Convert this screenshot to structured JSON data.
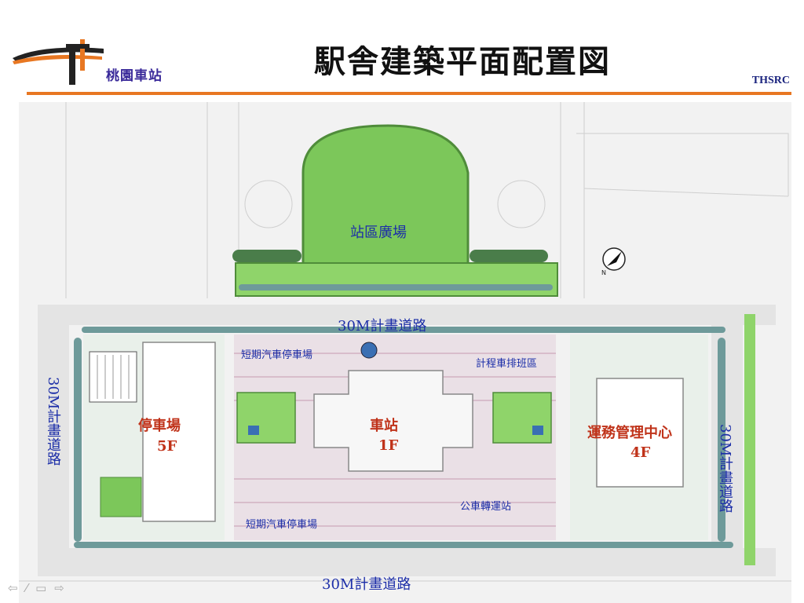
{
  "header": {
    "logo_text": "桃園車站",
    "title": "駅舎建築平面配置図",
    "brand": "THSRC",
    "accent_color": "#e87722"
  },
  "map_labels": {
    "plaza": "站區廣場",
    "road_top": "30M計畫道路",
    "road_bottom": "30M計畫道路",
    "road_left": "30M計畫道路",
    "road_right": "30M計畫道路",
    "short_parking_top": "短期汽車停車場",
    "short_parking_bottom": "短期汽車停車場",
    "taxi_area": "計程車排班區",
    "bus_transfer": "公車轉運站",
    "parking_name": "停車場",
    "parking_floors": "5F",
    "station_name": "車站",
    "station_floors": "1F",
    "ops_center_name": "運務管理中心",
    "ops_center_floors": "4F"
  },
  "nav": {
    "icons": [
      "back-icon",
      "pen-icon",
      "menu-icon",
      "forward-icon"
    ],
    "glyphs": [
      "⇦",
      "⁄",
      "▭",
      "⇨"
    ]
  },
  "colors": {
    "green_lawn": "#7cc75a",
    "tree": "#5a8a8a",
    "road_blue": "#1c2ea8",
    "building_red": "#c0331a",
    "plaza_paving": "#c9a0b4"
  }
}
